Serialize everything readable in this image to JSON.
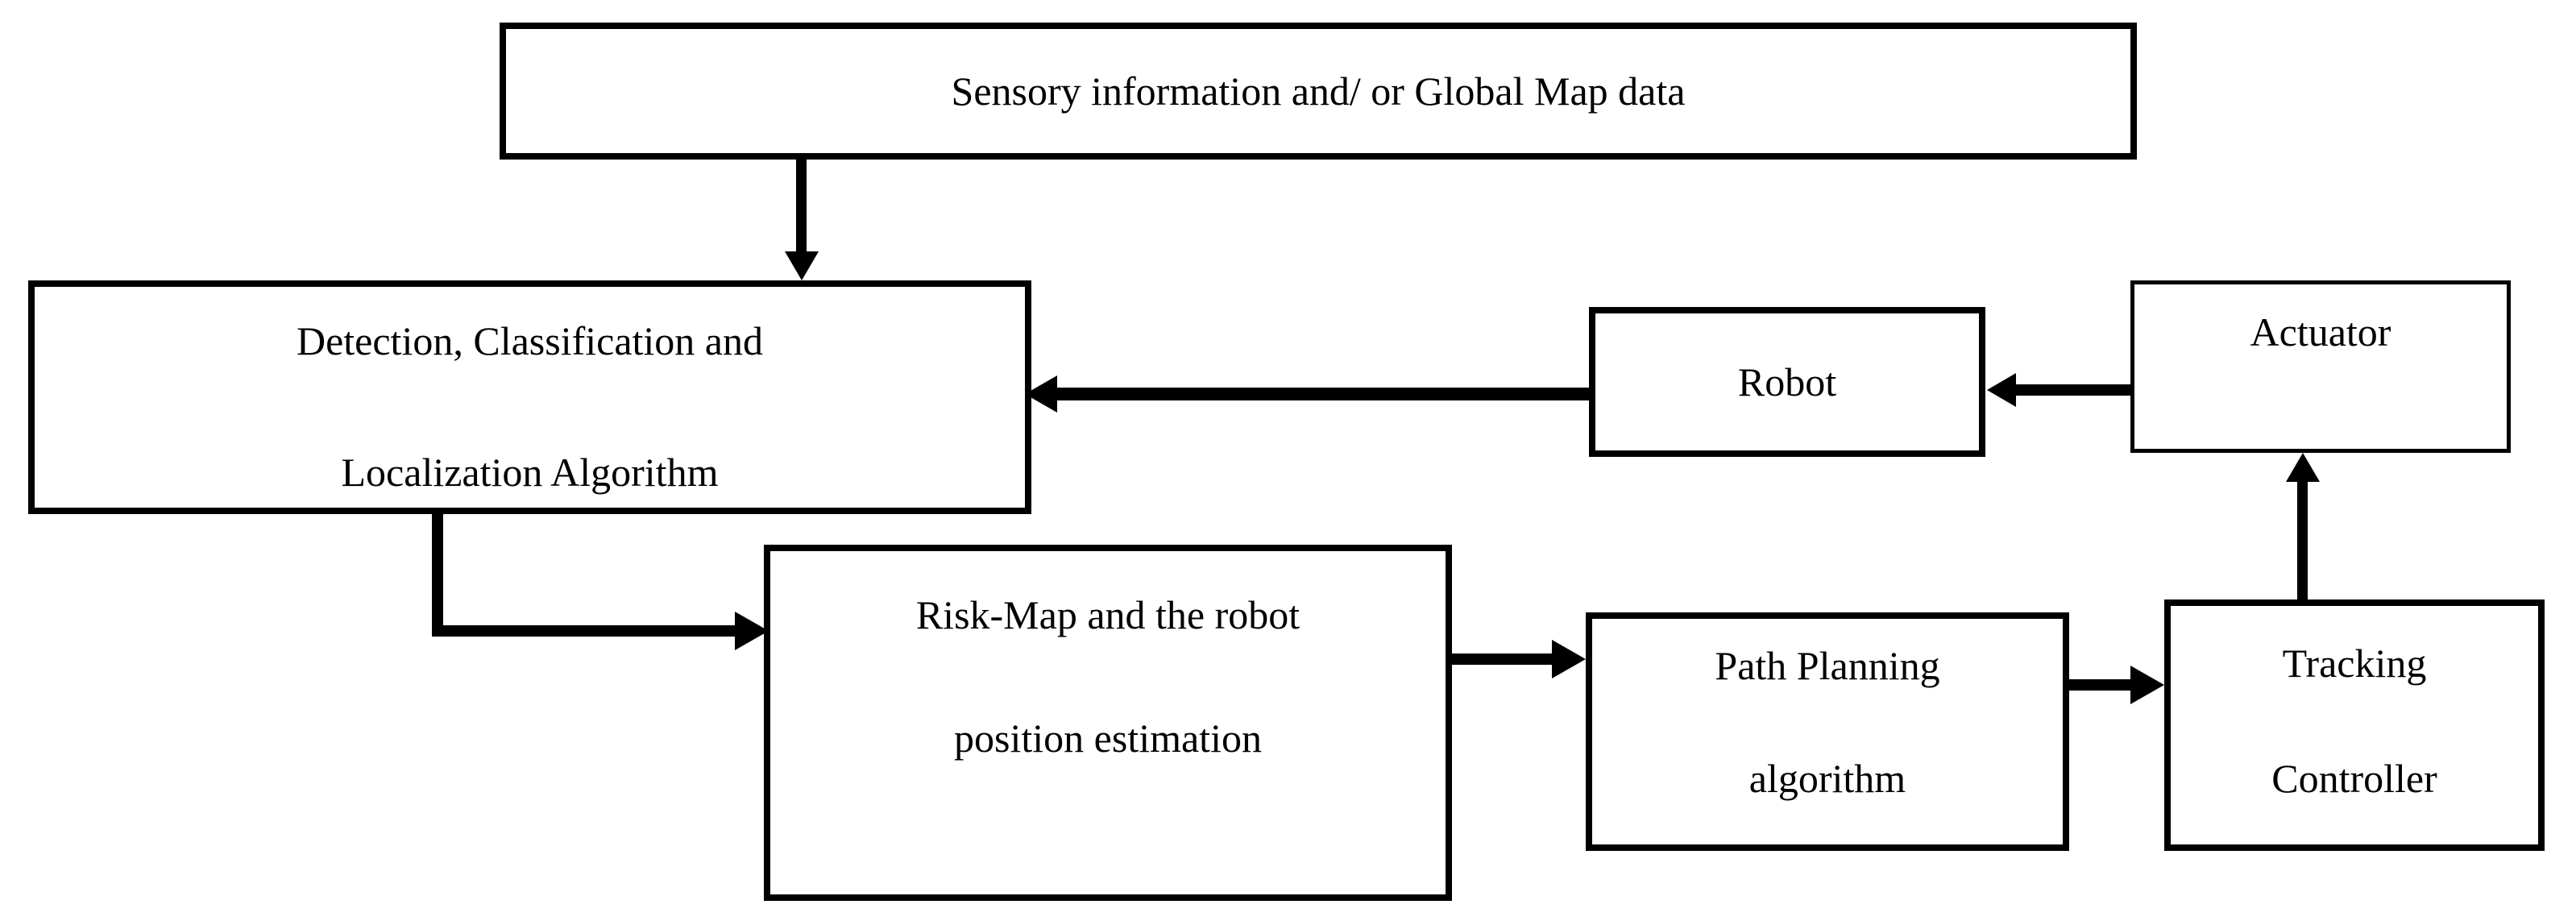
{
  "diagram": {
    "background_color": "#ffffff",
    "line_color": "#000000",
    "nodes": {
      "sensory_input": {
        "lines": [
          "Sensory information and/ or Global Map data"
        ]
      },
      "detection": {
        "lines": [
          "Detection, Classification and",
          "Localization Algorithm"
        ]
      },
      "robot": {
        "lines": [
          "Robot"
        ]
      },
      "actuator": {
        "lines": [
          "Actuator"
        ]
      },
      "risk_map": {
        "lines": [
          "Risk-Map and the robot",
          "position estimation"
        ]
      },
      "path_planning": {
        "lines": [
          "Path Planning",
          "algorithm"
        ]
      },
      "tracking_controller": {
        "lines": [
          "Tracking",
          "Controller"
        ]
      }
    },
    "edges": [
      {
        "from": "sensory_input",
        "to": "detection",
        "direction": "down"
      },
      {
        "from": "detection",
        "to": "risk_map",
        "direction": "elbow-down-right"
      },
      {
        "from": "risk_map",
        "to": "path_planning",
        "direction": "right"
      },
      {
        "from": "path_planning",
        "to": "tracking_controller",
        "direction": "right"
      },
      {
        "from": "tracking_controller",
        "to": "actuator",
        "direction": "up"
      },
      {
        "from": "actuator",
        "to": "robot",
        "direction": "left"
      },
      {
        "from": "robot",
        "to": "detection",
        "direction": "left"
      }
    ]
  }
}
